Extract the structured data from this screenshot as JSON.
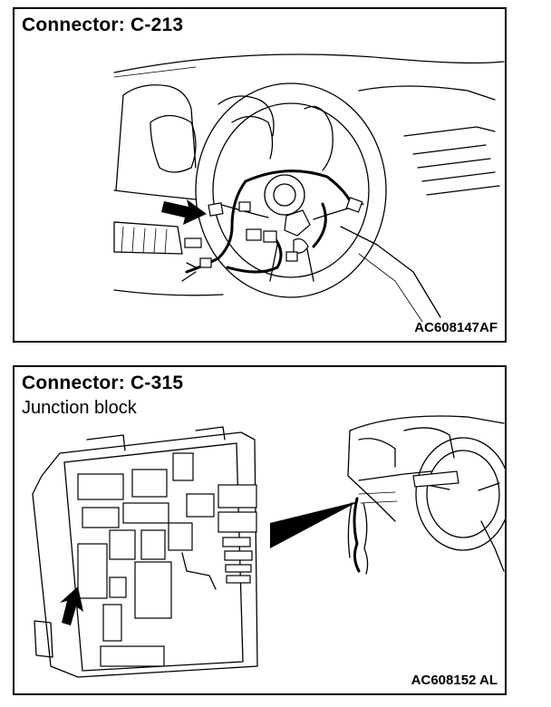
{
  "panel1": {
    "title": "Connector: C-213",
    "code": "AC608147AF"
  },
  "panel2": {
    "title": "Connector: C-315",
    "subtitle": "Junction block",
    "code": "AC608152 AL"
  }
}
